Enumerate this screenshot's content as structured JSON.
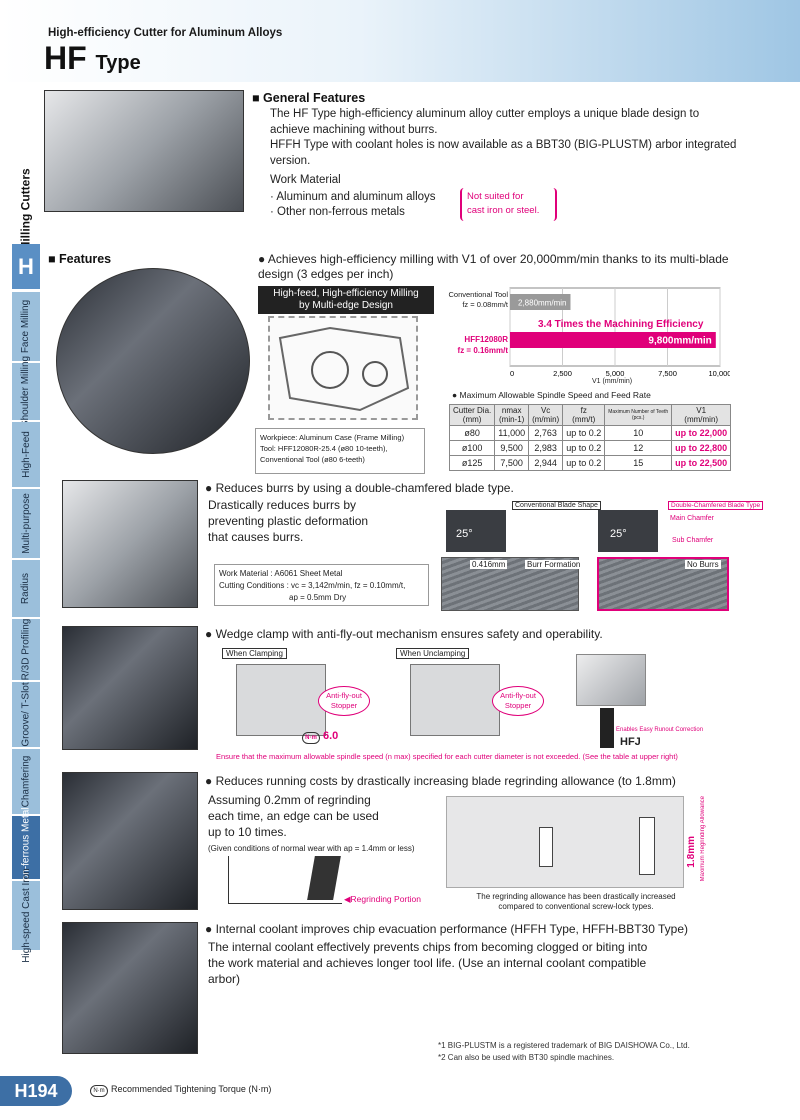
{
  "header": {
    "subtitle": "High-efficiency Cutter for Aluminum Alloys",
    "title_main": "HF",
    "title_sub": "Type"
  },
  "sidebar": {
    "category": "Milling Cutters",
    "letter": "H",
    "items": [
      {
        "label": "Face Milling"
      },
      {
        "label": "Shoulder Milling"
      },
      {
        "label": "High-Feed"
      },
      {
        "label": "Multi-purpose"
      },
      {
        "label": "Radius"
      },
      {
        "label": "R/3D Profiling"
      },
      {
        "label": "Groove/ T-Slot"
      },
      {
        "label": "Chamfering"
      },
      {
        "label": "Non-ferrous Metal"
      },
      {
        "label": "High-speed Cast Iron"
      }
    ]
  },
  "general": {
    "heading": "General Features",
    "p1": "The HF Type high-efficiency aluminum alloy cutter employs a unique blade design to achieve machining without burrs.",
    "p2": "HFFH Type with coolant holes is now available as a BBT30 (BIG-PLUSTM) arbor integrated version.",
    "wm_label": "Work Material",
    "wm1": "· Aluminum and aluminum alloys",
    "wm2": "· Other non-ferrous metals",
    "note1": "Not suited for",
    "note2": "cast iron or steel."
  },
  "features": {
    "heading": "Features",
    "b1": "Achieves high-efficiency milling with V1 of over 20,000mm/min thanks to its multi-blade design (3 edges per inch)",
    "hf_label1": "High-feed, High-efficiency Milling",
    "hf_label2": "by Multi-edge Design",
    "workpiece1": "Workpiece: Aluminum Case (Frame Milling)",
    "workpiece2": "Tool: HFF12080R-25.4 (ø80 10-teeth),",
    "workpiece3": "Conventional Tool (ø80 6-teeth)"
  },
  "chart_data": {
    "type": "bar",
    "categories": [
      "Conventional Tool fz = 0.08mm/t",
      "HFF12080R fz = 0.16mm/t"
    ],
    "values": [
      2880,
      9800
    ],
    "value_labels": [
      "2,880mm/min",
      "9,800mm/min"
    ],
    "annotation": "3.4 Times the Machining Efficiency",
    "xlabel": "V1 (mm/min)",
    "xlim": [
      0,
      10000
    ],
    "ticks": [
      "0",
      "2,500",
      "5,000",
      "7,500",
      "10,000"
    ],
    "cat1_l1": "Conventional Tool",
    "cat1_l2": "fz = 0.08mm/t",
    "cat2_l1": "HFF12080R",
    "cat2_l2": "fz = 0.16mm/t"
  },
  "spec_table": {
    "caption": "Maximum Allowable Spindle Speed and Feed Rate",
    "headers": [
      "Cutter Dia.",
      "nmax",
      "Vc",
      "fz",
      "Maximum Number of Teeth",
      "V1"
    ],
    "units": [
      "(mm)",
      "(min-1)",
      "(m/min)",
      "(mm/t)",
      "(pcs.)",
      "(mm/min)"
    ],
    "rows": [
      [
        "ø80",
        "11,000",
        "2,763",
        "up to 0.2",
        "10",
        "up to 22,000"
      ],
      [
        "ø100",
        "9,500",
        "2,983",
        "up to 0.2",
        "12",
        "up to 22,800"
      ],
      [
        "ø125",
        "7,500",
        "2,944",
        "up to 0.2",
        "15",
        "up to 22,500"
      ]
    ]
  },
  "burr": {
    "bullet": "Reduces burrs by using a double-chamfered blade type.",
    "desc1": "Drastically reduces burrs by",
    "desc2": "preventing plastic deformation",
    "desc3": "that causes burrs.",
    "cond1": "Work Material      : A6061 Sheet Metal",
    "cond2": "Cutting Conditions : vc = 3,142m/min, fz = 0.10mm/t,",
    "cond3": "ap = 0.5mm  Dry",
    "lab_conv": "Conventional Blade Shape",
    "lab_dbl": "Double-Chamfered Blade Type",
    "main_chamfer": "Main Chamfer",
    "sub_chamfer": "Sub Chamfer",
    "angle": "25°",
    "burr_formation": "Burr Formation",
    "burr_size": "0.416mm",
    "no_burrs": "No Burrs"
  },
  "wedge": {
    "bullet": "Wedge clamp with anti-fly-out mechanism ensures safety and operability.",
    "when_clamping": "When Clamping",
    "when_unclamping": "When Unclamping",
    "stopper": "Anti-fly-out Stopper",
    "torque": "6.0",
    "runout": "Enables Easy Runout Correction",
    "hfj": "HFJ",
    "warning": "Ensure that the maximum allowable spindle speed (n max) specified for each cutter diameter is not exceeded. (See the table at upper right)"
  },
  "regrind": {
    "bullet": "Reduces running costs by drastically increasing blade regrinding allowance (to 1.8mm)",
    "desc1": "Assuming 0.2mm of regrinding",
    "desc2": "each time, an edge can be used",
    "desc3": "up to 10 times.",
    "given": "(Given conditions of normal wear with ap = 1.4mm or less)",
    "portion": "Regrinding Portion",
    "allowance": "1.8mm",
    "max_allowance": "Maximum Regrinding Allowance",
    "caption1": "The regrinding allowance has been drastically increased",
    "caption2": "compared to conventional screw-lock types."
  },
  "coolant": {
    "bullet": "Internal coolant improves chip evacuation performance (HFFH Type, HFFH-BBT30 Type)",
    "desc": "The internal coolant effectively prevents chips from becoming clogged or biting into the work material and achieves longer tool life. (Use an internal coolant compatible arbor)"
  },
  "footnotes": {
    "f1": "*1 BIG-PLUSTM is a registered trademark of BIG DAISHOWA Co., Ltd.",
    "f2": "*2 Can also be used with BT30 spindle machines."
  },
  "footer": {
    "page": "H194",
    "torque_note": "Recommended Tightening Torque (N·m)",
    "nm_icon": "N·m"
  },
  "colors": {
    "accent": "#3d6fa5",
    "magenta": "#e0007a",
    "tab": "#9bbfdb"
  }
}
